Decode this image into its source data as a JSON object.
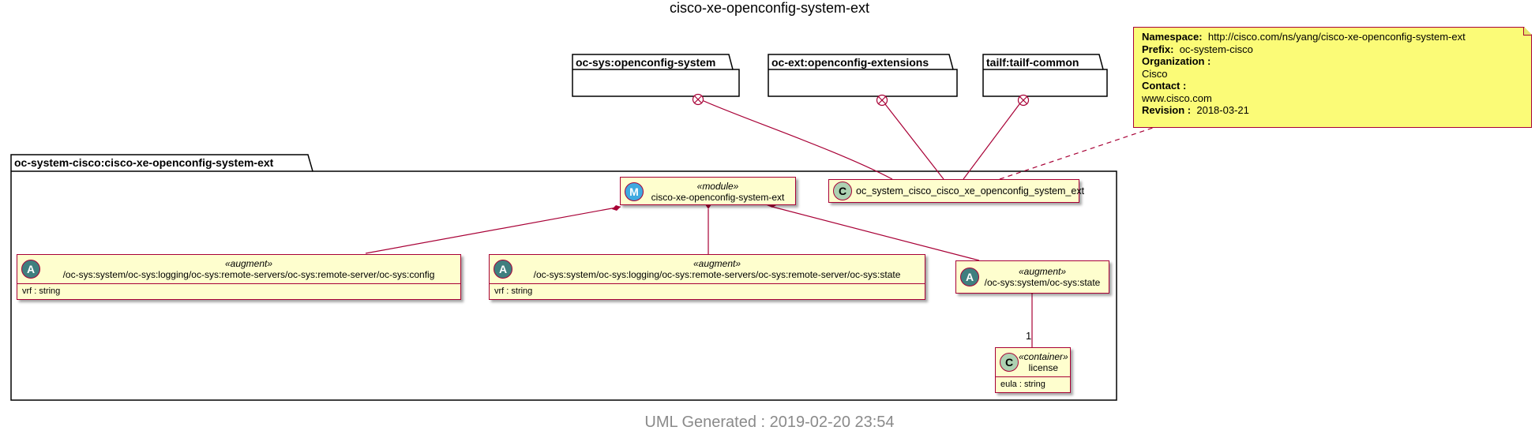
{
  "title": "cisco-xe-openconfig-system-ext",
  "footer": "UML Generated : 2019-02-20 23:54",
  "packages": {
    "oc_sys": "oc-sys:openconfig-system",
    "oc_ext": "oc-ext:openconfig-extensions",
    "tailf": "tailf:tailf-common",
    "main": "oc-system-cisco:cisco-xe-openconfig-system-ext"
  },
  "classes": {
    "module": {
      "badge": "M",
      "stereotype": "«module»",
      "name": "cisco-xe-openconfig-system-ext"
    },
    "oc_class": {
      "badge": "C",
      "name": "oc_system_cisco_cisco_xe_openconfig_system_ext"
    },
    "aug_config": {
      "badge": "A",
      "stereotype": "«augment»",
      "name": "/oc-sys:system/oc-sys:logging/oc-sys:remote-servers/oc-sys:remote-server/oc-sys:config",
      "attr": "vrf : string"
    },
    "aug_state": {
      "badge": "A",
      "stereotype": "«augment»",
      "name": "/oc-sys:system/oc-sys:logging/oc-sys:remote-servers/oc-sys:remote-server/oc-sys:state",
      "attr": "vrf : string"
    },
    "aug_sys_state": {
      "badge": "A",
      "stereotype": "«augment»",
      "name": "/oc-sys:system/oc-sys:state"
    },
    "license": {
      "badge": "C",
      "stereotype": "«container»",
      "name": "license",
      "attr": "eula : string"
    }
  },
  "multiplicity": "1",
  "note": {
    "namespace_label": "Namespace:",
    "namespace": "http://cisco.com/ns/yang/cisco-xe-openconfig-system-ext",
    "prefix_label": "Prefix:",
    "prefix": "oc-system-cisco",
    "organization_label": "Organization :",
    "organization": "Cisco",
    "contact_label": "Contact :",
    "contact": "www.cisco.com",
    "revision_label": "Revision :",
    "revision": "2018-03-21"
  },
  "colors": {
    "border": "#a80036",
    "class_fill": "#fefece",
    "note_fill": "#fbfb77"
  }
}
